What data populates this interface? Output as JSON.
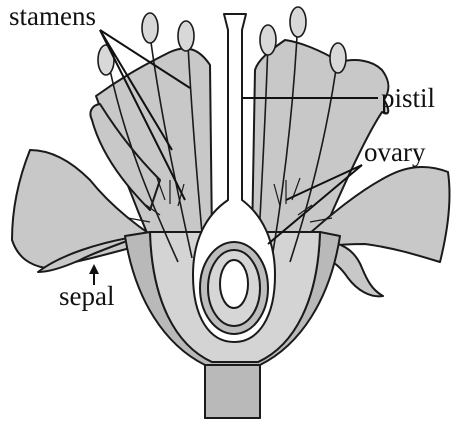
{
  "labels": {
    "stamens": "stamens",
    "pistil": "pistil",
    "ovary": "ovary",
    "sepal": "sepal"
  },
  "colors": {
    "petal": "#c8c8c8",
    "outline": "#1a1a1a",
    "receptacle": "#b9b9b9",
    "background": "#ffffff"
  }
}
